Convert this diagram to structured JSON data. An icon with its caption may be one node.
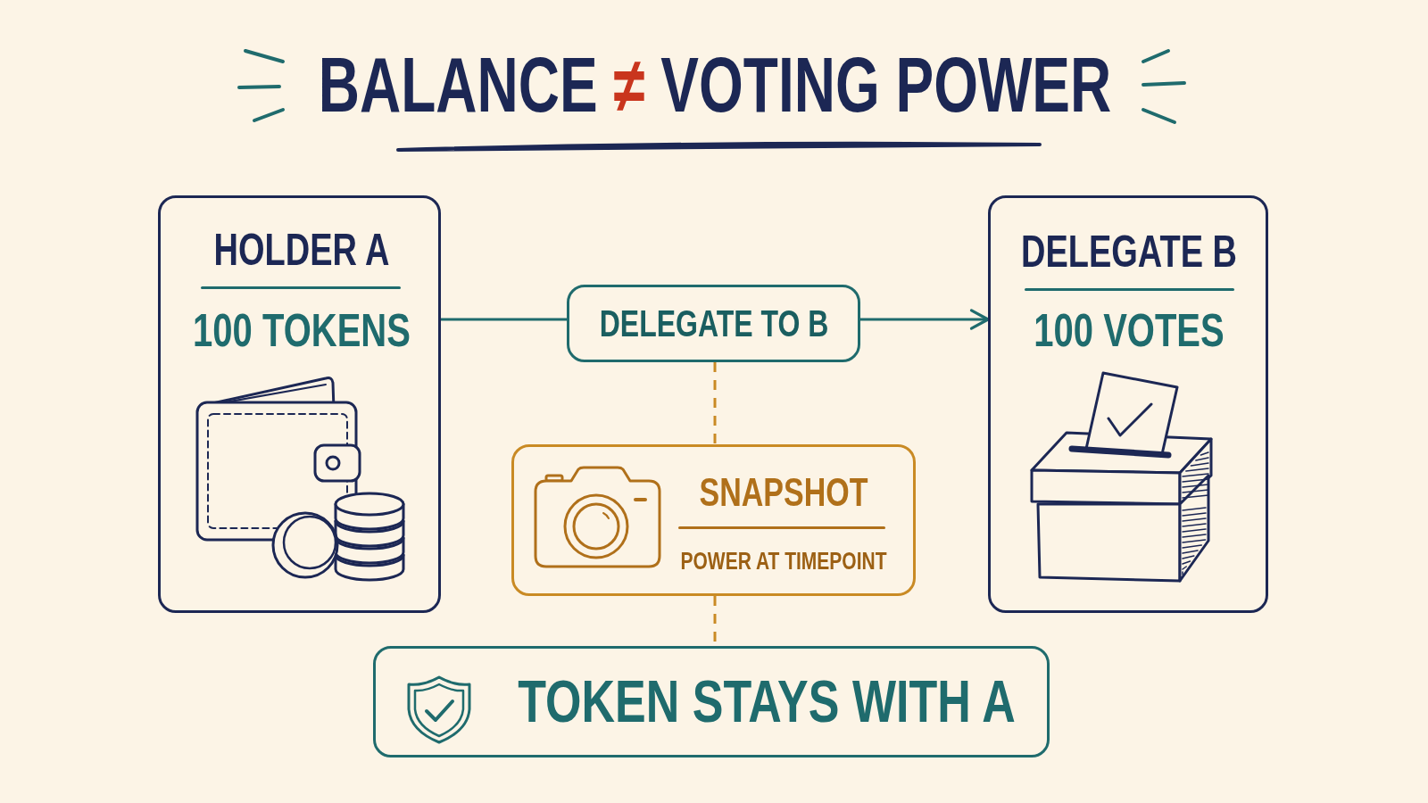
{
  "diagram": {
    "title": "BALANCE ≠ VOTING POWER",
    "nodes": [
      {
        "text": [
          "HOLDER A",
          "100 TOKENS"
        ]
      },
      {
        "text": [
          "DELEGATE TO B"
        ]
      },
      {
        "text": [
          "DELEGATE B",
          "100 VOTES"
        ]
      },
      {
        "text": [
          "SNAPSHOT",
          "POWER AT TIMEPOINT"
        ]
      },
      {
        "text": [
          "TOKEN STAYS WITH A"
        ]
      }
    ],
    "edges": [
      {
        "from": 0,
        "to": 1,
        "arrow": "none"
      },
      {
        "from": 1,
        "to": 2,
        "arrow": "to"
      },
      {
        "from": 1,
        "to": 3,
        "arrow": "none",
        "style": "dashed",
        "color": "#c98a24"
      },
      {
        "from": 3,
        "to": 4,
        "arrow": "none",
        "style": "dashed",
        "color": "#c98a24"
      }
    ]
  }
}
